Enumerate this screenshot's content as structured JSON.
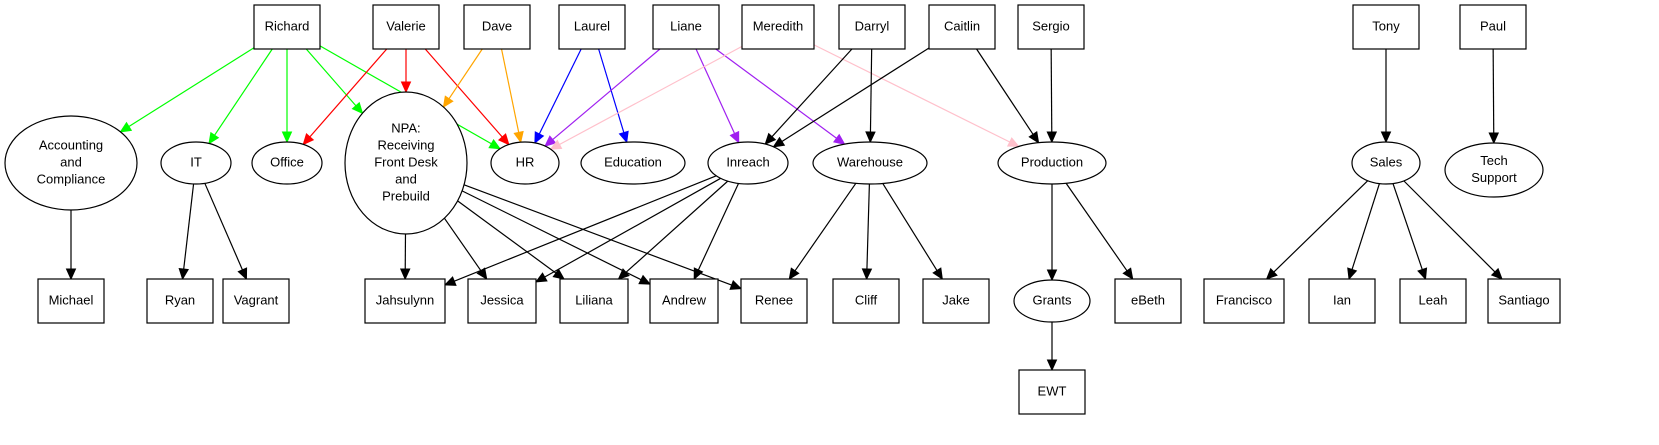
{
  "graph": {
    "nodes": [
      {
        "id": "richard",
        "label": [
          "Richard"
        ],
        "shape": "box"
      },
      {
        "id": "valerie",
        "label": [
          "Valerie"
        ],
        "shape": "box"
      },
      {
        "id": "dave",
        "label": [
          "Dave"
        ],
        "shape": "box"
      },
      {
        "id": "laurel",
        "label": [
          "Laurel"
        ],
        "shape": "box"
      },
      {
        "id": "liane",
        "label": [
          "Liane"
        ],
        "shape": "box"
      },
      {
        "id": "meredith",
        "label": [
          "Meredith"
        ],
        "shape": "box"
      },
      {
        "id": "darryl",
        "label": [
          "Darryl"
        ],
        "shape": "box"
      },
      {
        "id": "caitlin",
        "label": [
          "Caitlin"
        ],
        "shape": "box"
      },
      {
        "id": "sergio",
        "label": [
          "Sergio"
        ],
        "shape": "box"
      },
      {
        "id": "tony",
        "label": [
          "Tony"
        ],
        "shape": "box"
      },
      {
        "id": "paul",
        "label": [
          "Paul"
        ],
        "shape": "box"
      },
      {
        "id": "accounting",
        "label": [
          "Accounting",
          "and",
          "Compliance"
        ],
        "shape": "ellipse"
      },
      {
        "id": "it",
        "label": [
          "IT"
        ],
        "shape": "ellipse"
      },
      {
        "id": "office",
        "label": [
          "Office"
        ],
        "shape": "ellipse"
      },
      {
        "id": "npa",
        "label": [
          "NPA:",
          "Receiving",
          "Front Desk",
          "and",
          "Prebuild"
        ],
        "shape": "ellipse"
      },
      {
        "id": "hr",
        "label": [
          "HR"
        ],
        "shape": "ellipse"
      },
      {
        "id": "education",
        "label": [
          "Education"
        ],
        "shape": "ellipse"
      },
      {
        "id": "inreach",
        "label": [
          "Inreach"
        ],
        "shape": "ellipse"
      },
      {
        "id": "warehouse",
        "label": [
          "Warehouse"
        ],
        "shape": "ellipse"
      },
      {
        "id": "production",
        "label": [
          "Production"
        ],
        "shape": "ellipse"
      },
      {
        "id": "sales",
        "label": [
          "Sales"
        ],
        "shape": "ellipse"
      },
      {
        "id": "techsupport",
        "label": [
          "Tech",
          "Support"
        ],
        "shape": "ellipse"
      },
      {
        "id": "michael",
        "label": [
          "Michael"
        ],
        "shape": "box"
      },
      {
        "id": "ryan",
        "label": [
          "Ryan"
        ],
        "shape": "box"
      },
      {
        "id": "vagrant",
        "label": [
          "Vagrant"
        ],
        "shape": "box"
      },
      {
        "id": "jahsulynn",
        "label": [
          "Jahsulynn"
        ],
        "shape": "box"
      },
      {
        "id": "jessica",
        "label": [
          "Jessica"
        ],
        "shape": "box"
      },
      {
        "id": "liliana",
        "label": [
          "Liliana"
        ],
        "shape": "box"
      },
      {
        "id": "andrew",
        "label": [
          "Andrew"
        ],
        "shape": "box"
      },
      {
        "id": "renee",
        "label": [
          "Renee"
        ],
        "shape": "box"
      },
      {
        "id": "cliff",
        "label": [
          "Cliff"
        ],
        "shape": "box"
      },
      {
        "id": "jake",
        "label": [
          "Jake"
        ],
        "shape": "box"
      },
      {
        "id": "grants",
        "label": [
          "Grants"
        ],
        "shape": "ellipse"
      },
      {
        "id": "ebeth",
        "label": [
          "eBeth"
        ],
        "shape": "box"
      },
      {
        "id": "francisco",
        "label": [
          "Francisco"
        ],
        "shape": "box"
      },
      {
        "id": "ian",
        "label": [
          "Ian"
        ],
        "shape": "box"
      },
      {
        "id": "leah",
        "label": [
          "Leah"
        ],
        "shape": "box"
      },
      {
        "id": "santiago",
        "label": [
          "Santiago"
        ],
        "shape": "box"
      },
      {
        "id": "ewt",
        "label": [
          "EWT"
        ],
        "shape": "box"
      }
    ],
    "edges": [
      {
        "from": "richard",
        "to": "accounting",
        "color": "#00ff00"
      },
      {
        "from": "richard",
        "to": "it",
        "color": "#00ff00"
      },
      {
        "from": "richard",
        "to": "office",
        "color": "#00ff00"
      },
      {
        "from": "richard",
        "to": "npa",
        "color": "#00ff00"
      },
      {
        "from": "richard",
        "to": "hr",
        "color": "#00ff00"
      },
      {
        "from": "valerie",
        "to": "office",
        "color": "#ff0000"
      },
      {
        "from": "valerie",
        "to": "npa",
        "color": "#ff0000"
      },
      {
        "from": "valerie",
        "to": "hr",
        "color": "#ff0000"
      },
      {
        "from": "dave",
        "to": "npa",
        "color": "#ffa500"
      },
      {
        "from": "dave",
        "to": "hr",
        "color": "#ffa500"
      },
      {
        "from": "laurel",
        "to": "hr",
        "color": "#0000ff"
      },
      {
        "from": "laurel",
        "to": "education",
        "color": "#0000ff"
      },
      {
        "from": "liane",
        "to": "hr",
        "color": "#a020f0"
      },
      {
        "from": "liane",
        "to": "inreach",
        "color": "#a020f0"
      },
      {
        "from": "liane",
        "to": "warehouse",
        "color": "#a020f0"
      },
      {
        "from": "meredith",
        "to": "hr",
        "color": "#ffc0cb"
      },
      {
        "from": "meredith",
        "to": "production",
        "color": "#ffc0cb"
      },
      {
        "from": "darryl",
        "to": "inreach",
        "color": "#000000"
      },
      {
        "from": "darryl",
        "to": "warehouse",
        "color": "#000000"
      },
      {
        "from": "caitlin",
        "to": "inreach",
        "color": "#000000"
      },
      {
        "from": "caitlin",
        "to": "production",
        "color": "#000000"
      },
      {
        "from": "sergio",
        "to": "production",
        "color": "#000000"
      },
      {
        "from": "tony",
        "to": "sales",
        "color": "#000000"
      },
      {
        "from": "paul",
        "to": "techsupport",
        "color": "#000000"
      },
      {
        "from": "accounting",
        "to": "michael",
        "color": "#000000"
      },
      {
        "from": "it",
        "to": "ryan",
        "color": "#000000"
      },
      {
        "from": "it",
        "to": "vagrant",
        "color": "#000000"
      },
      {
        "from": "npa",
        "to": "jahsulynn",
        "color": "#000000"
      },
      {
        "from": "npa",
        "to": "jessica",
        "color": "#000000"
      },
      {
        "from": "npa",
        "to": "liliana",
        "color": "#000000"
      },
      {
        "from": "npa",
        "to": "andrew",
        "color": "#000000"
      },
      {
        "from": "npa",
        "to": "renee",
        "color": "#000000"
      },
      {
        "from": "inreach",
        "to": "jahsulynn",
        "color": "#000000"
      },
      {
        "from": "inreach",
        "to": "jessica",
        "color": "#000000"
      },
      {
        "from": "inreach",
        "to": "liliana",
        "color": "#000000"
      },
      {
        "from": "inreach",
        "to": "andrew",
        "color": "#000000"
      },
      {
        "from": "warehouse",
        "to": "renee",
        "color": "#000000"
      },
      {
        "from": "warehouse",
        "to": "cliff",
        "color": "#000000"
      },
      {
        "from": "warehouse",
        "to": "jake",
        "color": "#000000"
      },
      {
        "from": "production",
        "to": "grants",
        "color": "#000000"
      },
      {
        "from": "production",
        "to": "ebeth",
        "color": "#000000"
      },
      {
        "from": "grants",
        "to": "ewt",
        "color": "#000000"
      },
      {
        "from": "sales",
        "to": "francisco",
        "color": "#000000"
      },
      {
        "from": "sales",
        "to": "ian",
        "color": "#000000"
      },
      {
        "from": "sales",
        "to": "leah",
        "color": "#000000"
      },
      {
        "from": "sales",
        "to": "santiago",
        "color": "#000000"
      }
    ]
  }
}
